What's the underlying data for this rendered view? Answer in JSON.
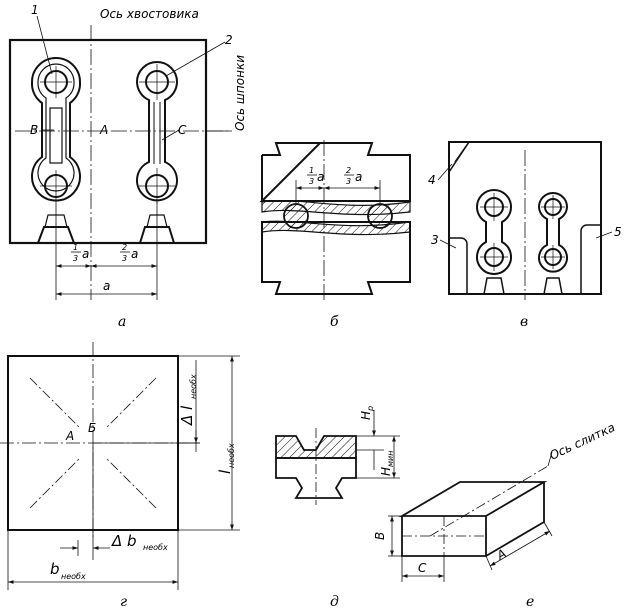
{
  "panels": {
    "a": {
      "caption": "а",
      "callout_1": "1",
      "callout_2": "2",
      "shank_axis": "Ось хвостовика",
      "key_axis": "Ось шпонки",
      "label_B": "В",
      "label_A": "А",
      "label_C": "С",
      "dim_third": "a",
      "dim_third_num": "1",
      "dim_third_den": "3",
      "dim_two_thirds": "a",
      "dim_two_thirds_num": "2",
      "dim_two_thirds_den": "3",
      "dim_a": "a"
    },
    "b": {
      "caption": "б",
      "dim_left_num": "1",
      "dim_left_den": "3",
      "dim_left_var": "a",
      "dim_right_num": "2",
      "dim_right_den": "3",
      "dim_right_var": "a"
    },
    "v": {
      "caption": "в",
      "callout_3": "3",
      "callout_4": "4",
      "callout_5": "5"
    },
    "g": {
      "caption": "г",
      "label_A": "А",
      "label_B": "Б",
      "dim_delta_l": "Δ l",
      "dim_delta_l_sub": "необх",
      "dim_l": "l",
      "dim_l_sub": "необх",
      "dim_delta_b": "Δ b",
      "dim_delta_b_sub": "необх",
      "dim_b": "b",
      "dim_b_sub": "необх"
    },
    "d": {
      "caption": "д",
      "dim_H": "H",
      "dim_H_sub": "р",
      "dim_Hmin": "H",
      "dim_Hmin_sub": "мин"
    },
    "e": {
      "caption": "е",
      "ingot_axis": "Ось слитка",
      "dim_A": "A",
      "dim_B": "B",
      "dim_C": "C"
    }
  }
}
